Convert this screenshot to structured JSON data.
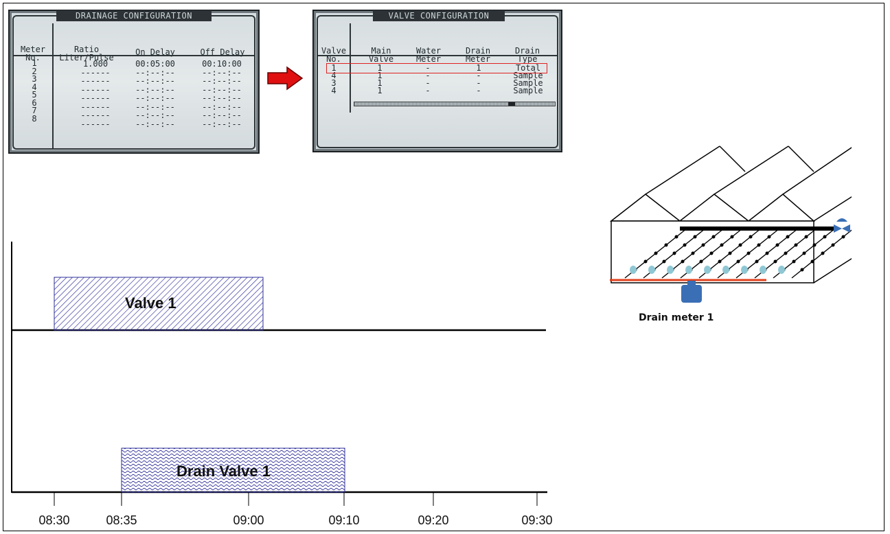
{
  "drainage_panel": {
    "title": "DRAINAGE CONFIGURATION",
    "headers": [
      {
        "line1": "Meter",
        "line2": "No."
      },
      {
        "line1": "Ratio",
        "line2": "Liter/Pulse"
      },
      {
        "line1": "On Delay",
        "line2": ""
      },
      {
        "line1": "Off Delay",
        "line2": ""
      }
    ],
    "meter_numbers": "1\n2\n3\n4\n5\n6\n7\n8",
    "ratios": "1.000\n------\n------\n------\n------\n------\n------\n------",
    "on_delays": "00:05:00\n--:--:--\n--:--:--\n--:--:--\n--:--:--\n--:--:--\n--:--:--\n--:--:--",
    "off_delays": "00:10:00\n--:--:--\n--:--:--\n--:--:--\n--:--:--\n--:--:--\n--:--:--\n--:--:--"
  },
  "valve_panel": {
    "title": "VALVE CONFIGURATION",
    "headers": [
      {
        "line1": "Valve",
        "line2": "No."
      },
      {
        "line1": "Main",
        "line2": "Valve"
      },
      {
        "line1": "Water",
        "line2": "Meter"
      },
      {
        "line1": "Drain",
        "line2": "Meter"
      },
      {
        "line1": "Drain",
        "line2": "Type"
      }
    ],
    "valve_numbers": "1\n4\n3\n4",
    "main_valves": "1\n1\n1\n1",
    "water_meters": "-\n-\n-\n-",
    "drain_meters": "1\n-\n-\n-",
    "drain_types": "Total\nSample\nSample\nSample",
    "highlight_color": "#e02020"
  },
  "timing_chart": {
    "bars": [
      {
        "label": "Valve 1",
        "start": "08:30",
        "end": "09:01"
      },
      {
        "label": "Drain Valve 1",
        "start": "08:35",
        "end": "09:10"
      }
    ],
    "x_ticks": [
      "08:30",
      "08:35",
      "09:00",
      "09:10",
      "09:20",
      "09:30"
    ],
    "bar_color": "#2d2d9a"
  },
  "greenhouse": {
    "drain_meter_label": "Drain meter 1",
    "valve_color": "#3a6fb5",
    "drain_pipe_color": "#e0401c",
    "dripper_color": "#8fc8d4"
  },
  "arrow_color": "#e01010"
}
